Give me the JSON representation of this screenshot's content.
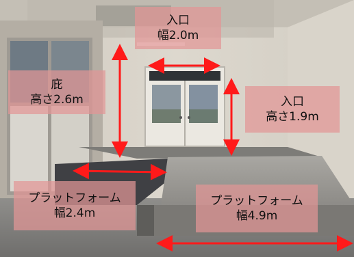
{
  "colors": {
    "annotation_arrow": "#ff1a1a",
    "label_fill": "#e29696",
    "floor": "#8c8c8a",
    "wall": "#d8d3c9"
  },
  "labels": {
    "entrance_width": {
      "line1": "入口",
      "line2": "幅2.0m"
    },
    "canopy_height": {
      "line1": "庇",
      "line2": "高さ2.6m"
    },
    "entrance_height": {
      "line1": "入口",
      "line2": "高さ1.9m"
    },
    "platform_left": {
      "line1": "プラットフォーム",
      "line2": "幅2.4m"
    },
    "platform_right": {
      "line1": "プラットフォーム",
      "line2": "幅4.9m"
    }
  }
}
